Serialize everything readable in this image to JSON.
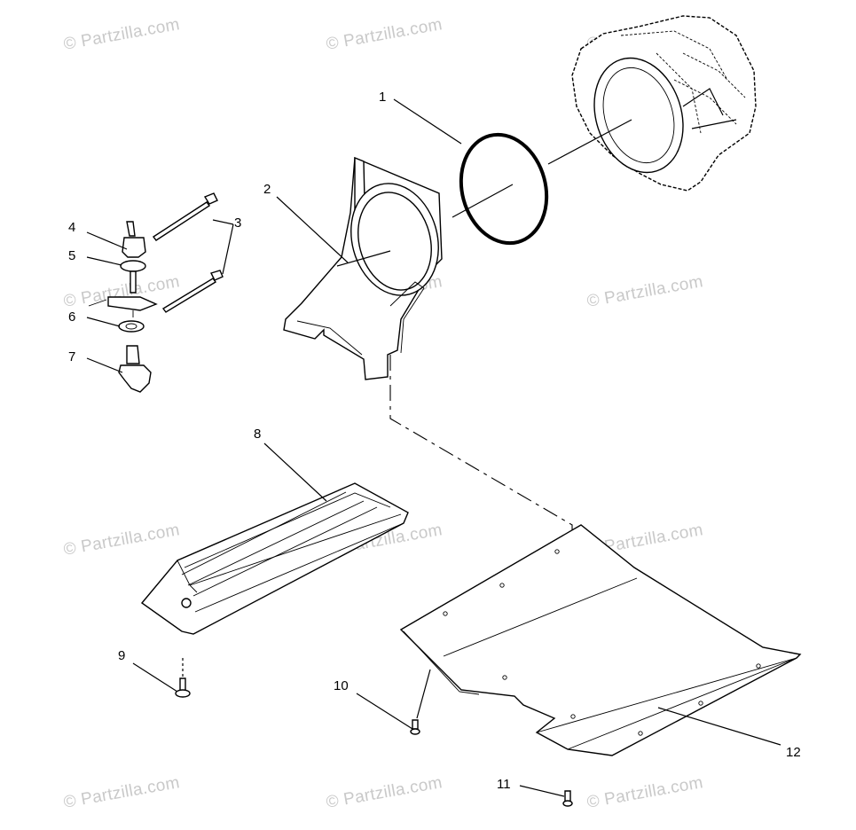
{
  "watermark": "© Partzilla.com",
  "callouts": {
    "c1": "1",
    "c2": "2",
    "c3": "3",
    "c4": "4",
    "c5": "5",
    "c6": "6",
    "c7": "7",
    "c8": "8",
    "c9": "9",
    "c10": "10",
    "c11": "11",
    "c12": "12"
  }
}
